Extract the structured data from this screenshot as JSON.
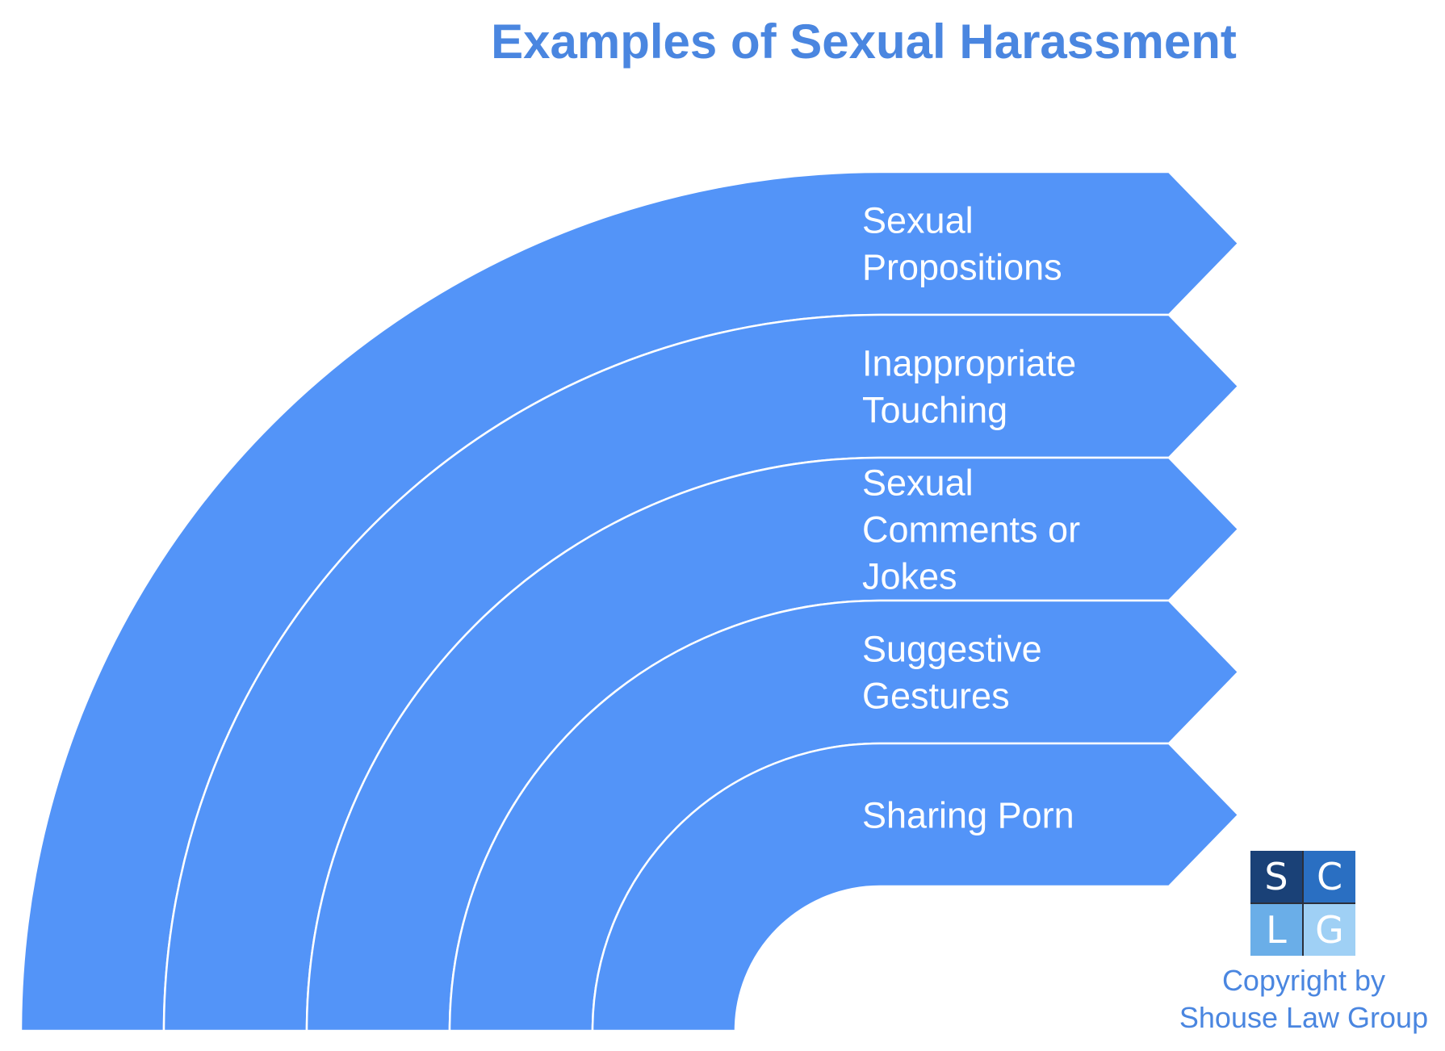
{
  "title": "Examples of Sexual Harassment",
  "colors": {
    "band": "#5394f8",
    "band_stroke": "#ffffff",
    "title": "#4a86e0",
    "copyright": "#4a86e0",
    "logo_s": "#1a4177",
    "logo_c": "#2a6fc2",
    "logo_l": "#6aaee8",
    "logo_g": "#9fd0f5"
  },
  "items": [
    {
      "label": "Sexual Propositions",
      "lines": [
        "Sexual",
        "Propositions"
      ]
    },
    {
      "label": "Inappropriate Touching",
      "lines": [
        "Inappropriate",
        "Touching"
      ]
    },
    {
      "label": "Sexual Comments or Jokes",
      "lines": [
        "Sexual",
        "Comments or",
        "Jokes"
      ]
    },
    {
      "label": "Suggestive Gestures",
      "lines": [
        "Suggestive",
        "Gestures"
      ]
    },
    {
      "label": "Sharing Porn",
      "lines": [
        "Sharing Porn"
      ]
    }
  ],
  "logo": {
    "letters": [
      "S",
      "C",
      "L",
      "G"
    ],
    "icon": "sclg-logo-icon"
  },
  "copyright": {
    "line1": "Copyright by",
    "line2": "Shouse Law Group"
  }
}
